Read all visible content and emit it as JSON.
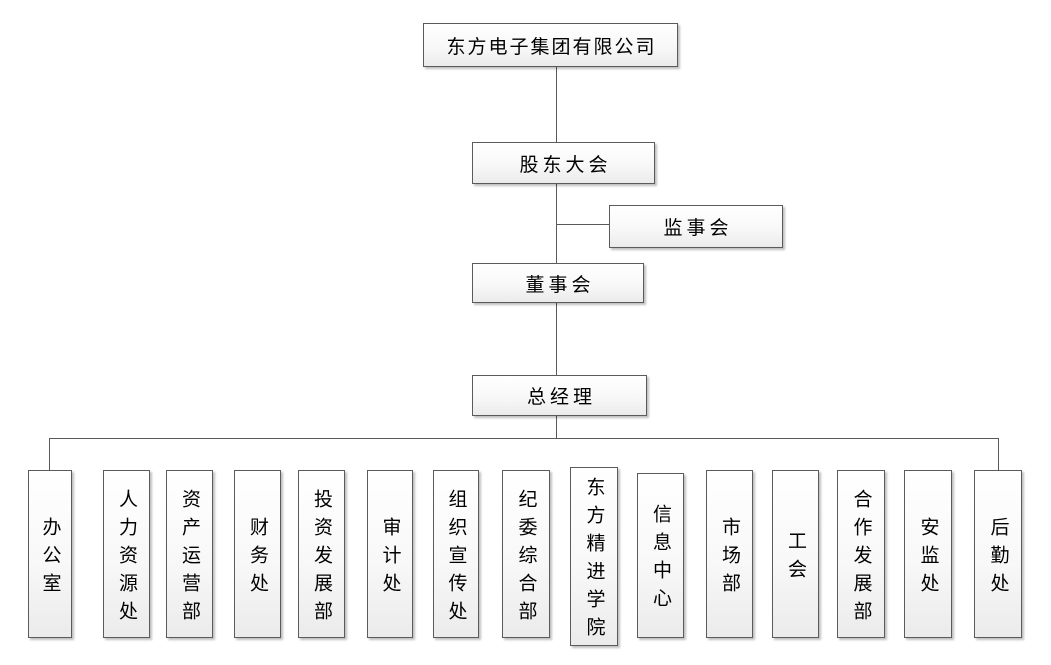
{
  "diagram": {
    "type": "organization-chart",
    "company": {
      "label": "东方电子集团有限公司"
    },
    "governance": {
      "shareholders_meeting": {
        "label": "股东大会"
      },
      "supervisory_board": {
        "label": "监事会"
      },
      "board_of_directors": {
        "label": "董事会"
      },
      "general_manager": {
        "label": "总经理"
      }
    },
    "departments": [
      {
        "label": "办公室"
      },
      {
        "label": "人力资源处"
      },
      {
        "label": "资产运营部"
      },
      {
        "label": "财务处"
      },
      {
        "label": "投资发展部"
      },
      {
        "label": "审计处"
      },
      {
        "label": "组织宣传处"
      },
      {
        "label": "纪委综合部"
      },
      {
        "label": "东方精进学院"
      },
      {
        "label": "信息中心"
      },
      {
        "label": "市场部"
      },
      {
        "label": "工会"
      },
      {
        "label": "合作发展部"
      },
      {
        "label": "安监处"
      },
      {
        "label": "后勤处"
      }
    ],
    "colors": {
      "line": "#595959",
      "box_border": "#5b5b5b",
      "box_fill_top": "#ffffff",
      "box_fill_bottom": "#ebebeb",
      "text": "#000000"
    }
  }
}
